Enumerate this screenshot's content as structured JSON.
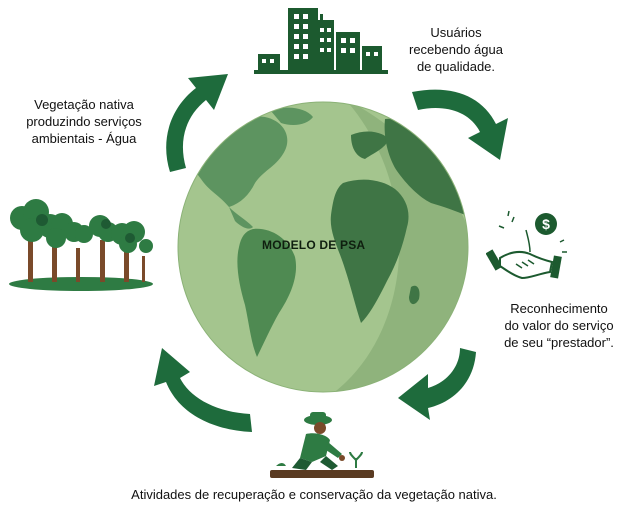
{
  "center": {
    "title": "MODELO DE PSA"
  },
  "steps": [
    {
      "id": "users",
      "lines": [
        "Usuários",
        "recebendo água",
        "de qualidade."
      ],
      "icon": "city-buildings-icon"
    },
    {
      "id": "recognition",
      "lines": [
        "Reconhecimento",
        "do valor do serviço",
        "de seu “prestador”."
      ],
      "icon": "handshake-money-icon"
    },
    {
      "id": "restoration",
      "lines": [
        "Atividades de recuperação e conservação da vegetação nativa."
      ],
      "icon": "farmer-planting-icon"
    },
    {
      "id": "vegetation",
      "lines": [
        "Vegetação nativa",
        "produzindo serviços",
        "ambientais - Água"
      ],
      "icon": "forest-trees-icon"
    }
  ],
  "colors": {
    "arrow": "#1e6b3c",
    "globe_ocean": "#9cbf86",
    "globe_land": "#4f8a52",
    "icon_dark": "#1c5a2f"
  }
}
